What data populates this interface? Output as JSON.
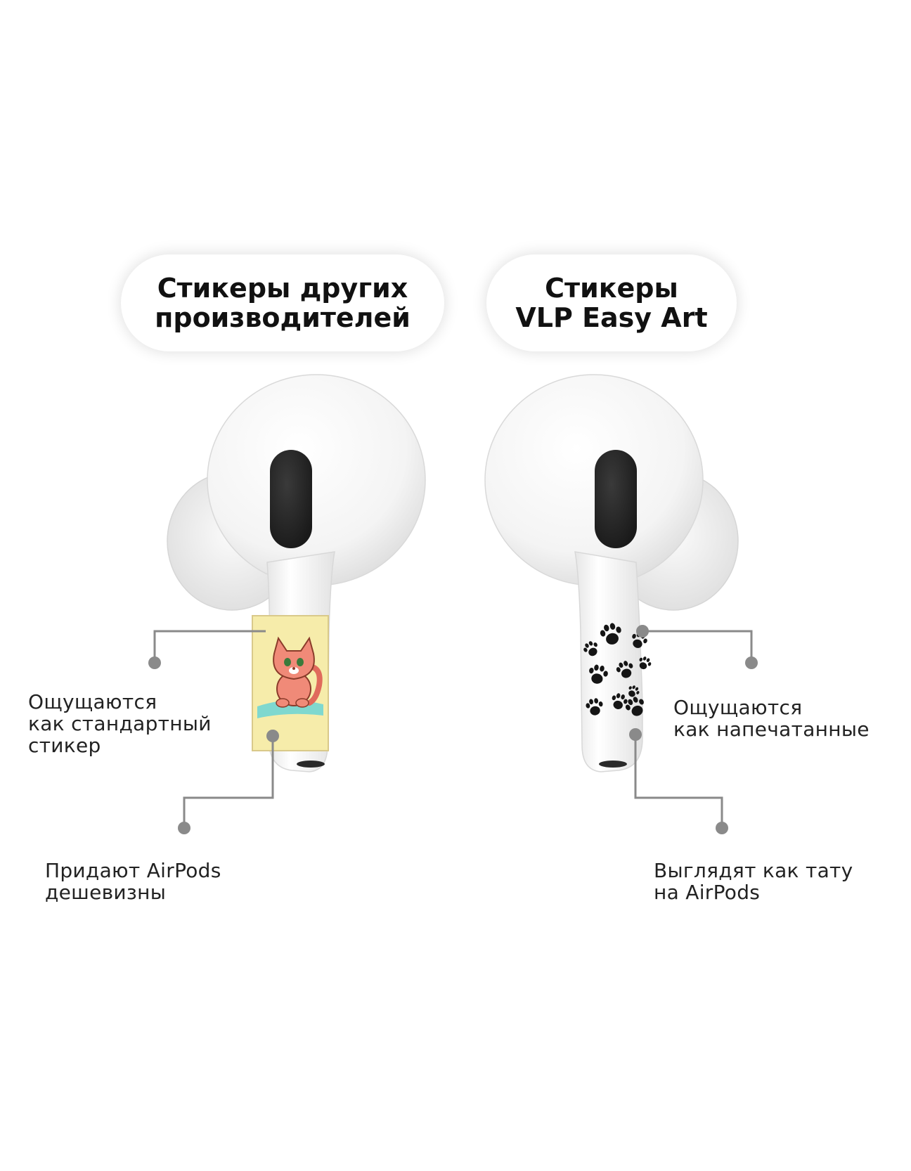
{
  "headers": {
    "left": {
      "line1": "Стикеры других",
      "line2": "производителей"
    },
    "right": {
      "line1": "Стикеры",
      "line2": "VLP Easy Art"
    }
  },
  "callouts": {
    "left_top": {
      "line1": "Ощущаются",
      "line2": "как стандартный",
      "line3": "стикер"
    },
    "left_bottom": {
      "line1": "Придают AirPods",
      "line2": "дешевизны"
    },
    "right_top": {
      "line1": "Ощущаются",
      "line2": "как напечатанные"
    },
    "right_bottom": {
      "line1": "Выглядят как тату",
      "line2": "на AirPods"
    }
  },
  "colors": {
    "background": "#ffffff",
    "text": "#1d1d1d",
    "connector": "#8a8a8a",
    "sticker_yellow": "#f6ecaa",
    "mesh": "#2b2b2b"
  },
  "icons": {
    "left_sticker": "cat-sticker-icon",
    "right_sticker": "paw-print-pattern-icon"
  }
}
